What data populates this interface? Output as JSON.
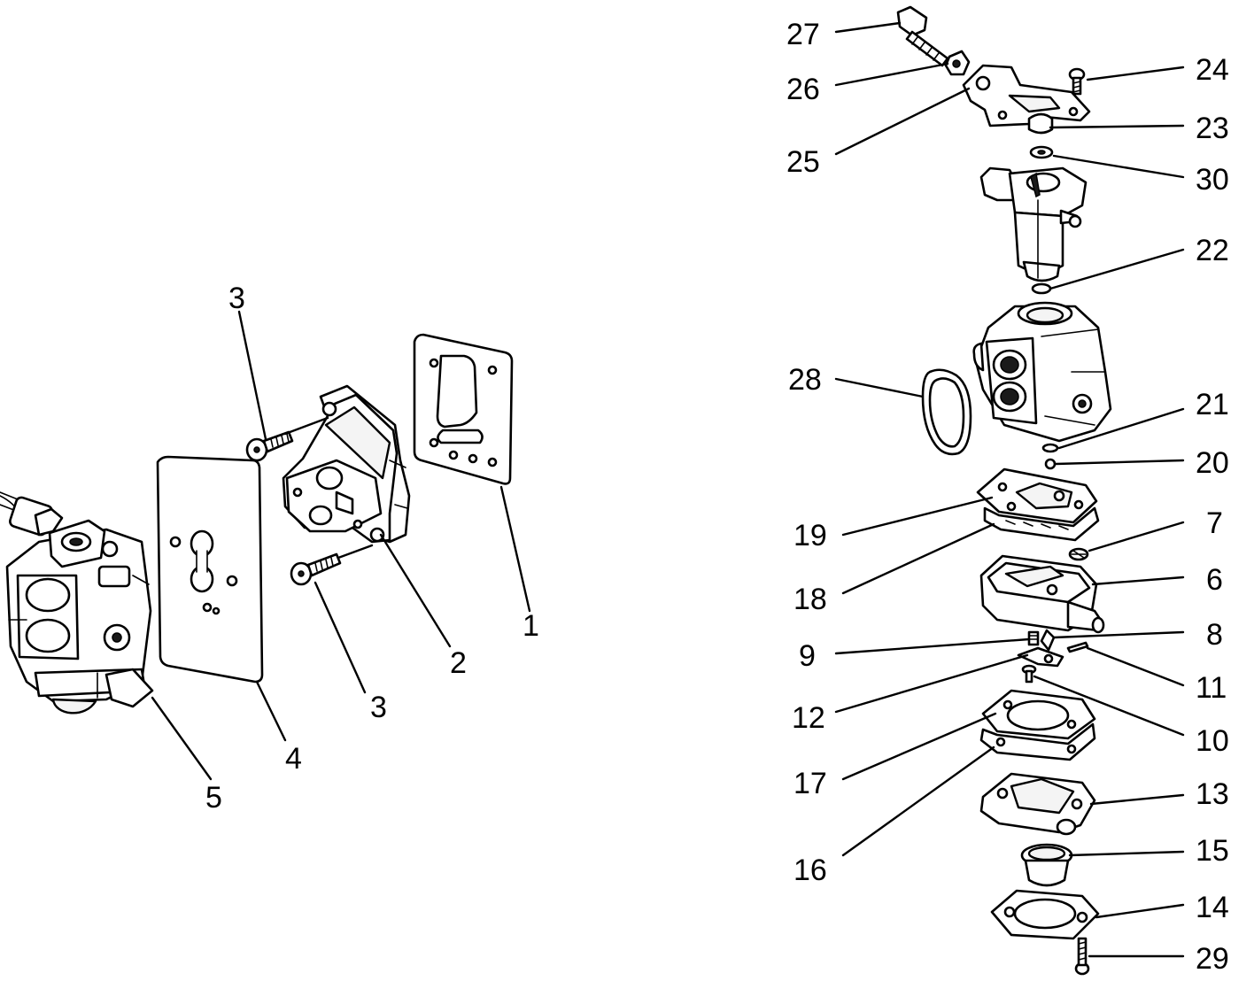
{
  "labels": {
    "l1": "1",
    "l2": "2",
    "l3a": "3",
    "l3b": "3",
    "l4": "4",
    "l5": "5",
    "l6": "6",
    "l7": "7",
    "l8": "8",
    "l9": "9",
    "l10": "10",
    "l11": "11",
    "l12": "12",
    "l13": "13",
    "l14": "14",
    "l15": "15",
    "l16": "16",
    "l17": "17",
    "l18": "18",
    "l19": "19",
    "l20": "20",
    "l21": "21",
    "l22": "22",
    "l23": "23",
    "l24": "24",
    "l25": "25",
    "l26": "26",
    "l27": "27",
    "l28": "28",
    "l29": "29",
    "l30": "30"
  }
}
